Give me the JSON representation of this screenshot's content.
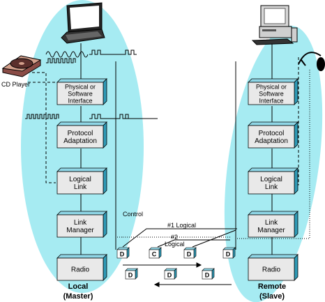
{
  "colors": {
    "ellipse": "#a6ebf2",
    "box_face": "#e9e9e9",
    "box_side": "#2f9ab6",
    "box_top": "#8fd6e6",
    "line": "#000000"
  },
  "local_stack": {
    "boxes": [
      "Physical or Software Interface",
      "Protocol Adaptation",
      "Logical Link",
      "Link Manager",
      "Radio"
    ],
    "caption_line1": "Local",
    "caption_line2": "(Master)"
  },
  "remote_stack": {
    "boxes": [
      "Physical or Software Interface",
      "Protocol Adaptation",
      "Logical Link",
      "Link Manager",
      "Radio"
    ],
    "caption_line1": "Remote",
    "caption_line2": "(Slave)"
  },
  "devices": {
    "cd_player": "CD Player",
    "laptop_icon": "laptop-icon",
    "desktop_icon": "desktop-computer-icon",
    "headset_icon": "headset-icon"
  },
  "links": {
    "control": "Control",
    "logical1": "#1 Logical",
    "logical2_line1": "#2",
    "logical2_line2": "Logical"
  },
  "packets": {
    "row1": [
      "D",
      "C",
      "D",
      "D"
    ],
    "row2": [
      "D",
      "D",
      "D"
    ]
  }
}
